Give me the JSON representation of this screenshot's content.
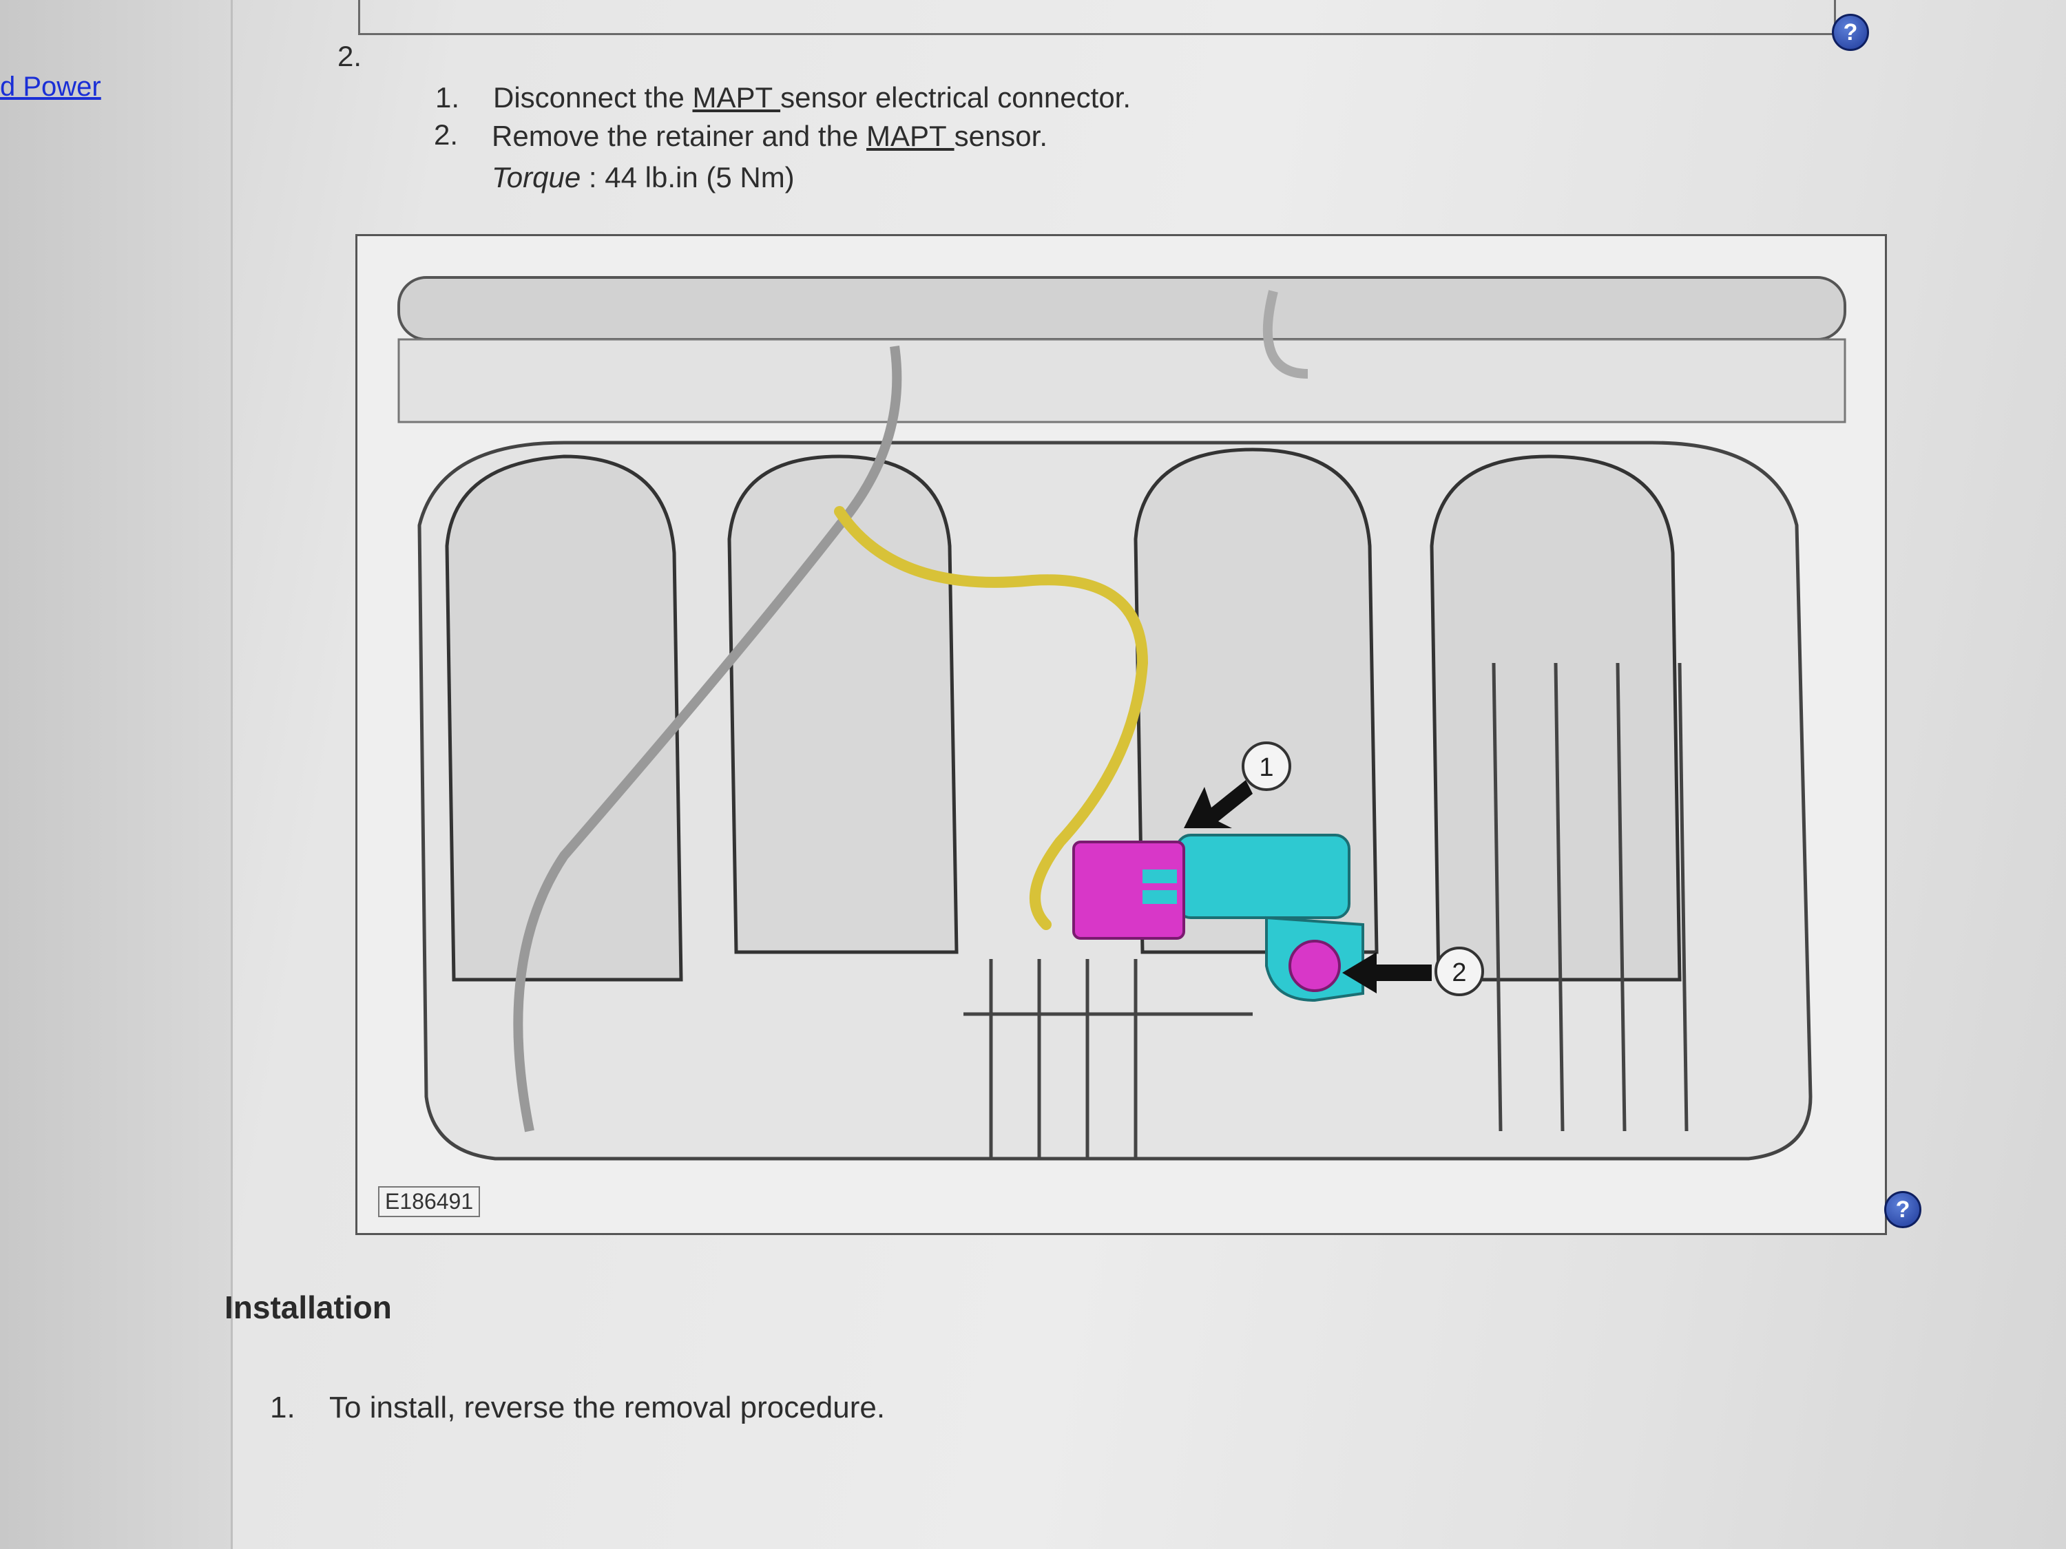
{
  "nav": {
    "link_label": "d Power"
  },
  "procedure": {
    "step_number": "2.",
    "substeps": [
      {
        "number": "1.",
        "before": "Disconnect the ",
        "abbr": "MAPT ",
        "after": "sensor electrical connector."
      },
      {
        "number": "2.",
        "before": "Remove the retainer and the ",
        "abbr": "MAPT ",
        "after": "sensor."
      }
    ],
    "torque_label": "Torque",
    "torque_value": " : 44 lb.in (5 Nm)"
  },
  "figure": {
    "id": "E186491",
    "callouts": [
      "1",
      "2"
    ],
    "colors": {
      "connector": "#d837c8",
      "sensor": "#2ec9d1",
      "wire": "#d8c238"
    }
  },
  "installation": {
    "heading": "Installation",
    "steps": [
      {
        "number": "1.",
        "text": "To install, reverse the removal procedure."
      }
    ]
  },
  "icons": {
    "help": "help-icon",
    "help_glyph": "?"
  }
}
